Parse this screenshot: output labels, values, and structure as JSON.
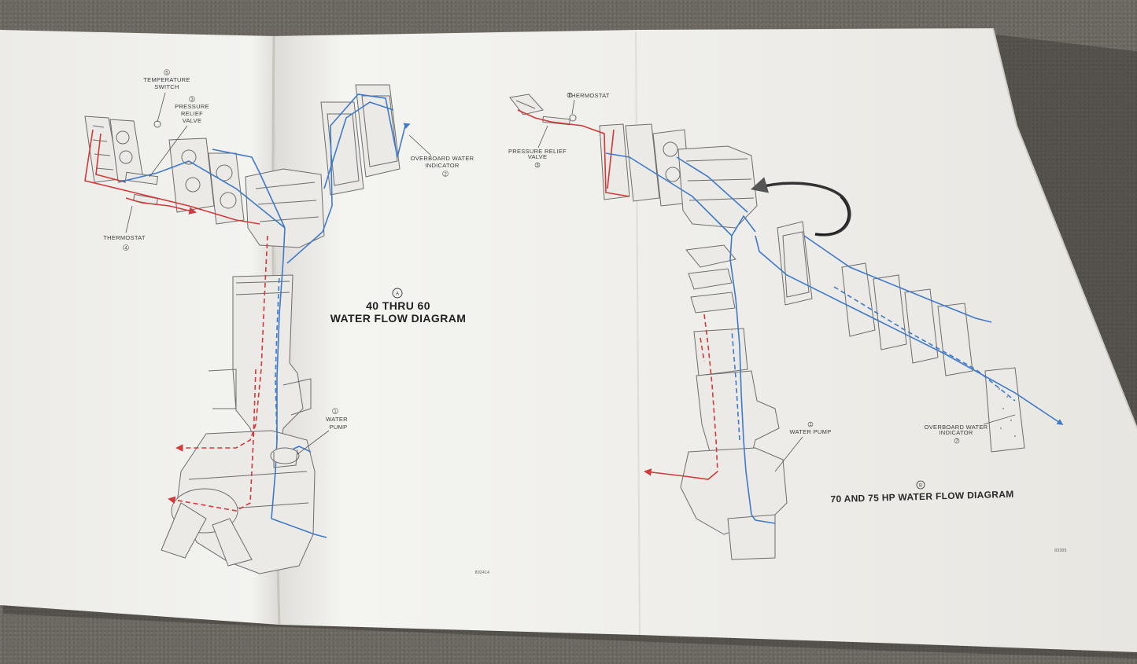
{
  "left_diagram": {
    "badge": "A",
    "title_line1": "40 THRU 60",
    "title_line2": "WATER FLOW DIAGRAM",
    "code": "802414",
    "callouts": [
      {
        "num": "5",
        "lines": [
          "TEMPERATURE",
          "SWITCH"
        ]
      },
      {
        "num": "3",
        "lines": [
          "PRESSURE",
          "RELIEF",
          "VALVE"
        ]
      },
      {
        "num": "2",
        "lines": [
          "OVERBOARD WATER",
          "INDICATOR"
        ]
      },
      {
        "num": "4",
        "lines": [
          "THERMOSTAT"
        ]
      },
      {
        "num": "1",
        "lines": [
          "WATER",
          "PUMP"
        ]
      }
    ]
  },
  "right_diagram": {
    "badge": "B",
    "title": "70 AND 75 HP WATER FLOW DIAGRAM",
    "code": "83305",
    "callouts": [
      {
        "num": "2",
        "lines": [
          "THERMOSTAT"
        ]
      },
      {
        "num": "3",
        "lines": [
          "PRESSURE RELIEF",
          "VALVE"
        ]
      },
      {
        "num": "1",
        "lines": [
          "WATER PUMP"
        ]
      },
      {
        "num": "7",
        "lines": [
          "OVERBOARD WATER",
          "INDICATOR"
        ]
      }
    ]
  },
  "colors": {
    "hot_water": "#d13a3a",
    "cold_water": "#3f7ac9",
    "paper": "#f1f1ee",
    "carpet": "#6e6a63"
  }
}
